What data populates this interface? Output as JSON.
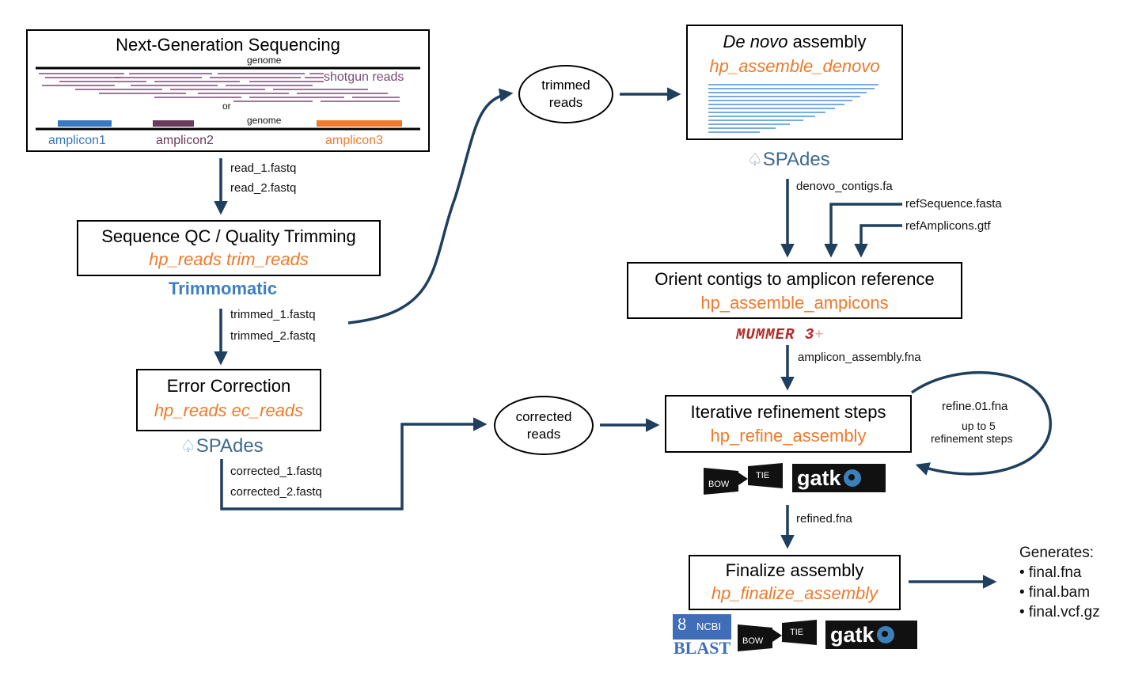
{
  "ngs": {
    "title": "Next-Generation Sequencing",
    "genome_label": "genome",
    "shotgun_label": "shotgun reads",
    "or_label": "or",
    "amplicons": [
      {
        "label": "amplicon1",
        "color": "#3a78c0"
      },
      {
        "label": "amplicon2",
        "color": "#6b3a5c"
      },
      {
        "label": "amplicon3",
        "color": "#f07a2a"
      }
    ],
    "read_color": "#7a4a72"
  },
  "steps": {
    "qc": {
      "title": "Sequence QC / Quality Trimming",
      "command": "hp_reads trim_reads",
      "tool": "Trimmomatic"
    },
    "ec": {
      "title": "Error Correction",
      "command": "hp_reads ec_reads",
      "tool": "SPAdes"
    },
    "denovo": {
      "title_italic": "De novo",
      "title_rest": " assembly",
      "command": "hp_assemble_denovo",
      "tool": "SPAdes"
    },
    "orient": {
      "title": "Orient contigs to amplicon reference",
      "command": "hp_assemble_ampicons",
      "tool": "MUMMER 3",
      "tool_plus": "+"
    },
    "refine": {
      "title": "Iterative refinement steps",
      "command": "hp_refine_assembly",
      "tools": [
        "Bowtie",
        "gatk"
      ]
    },
    "finalize": {
      "title": "Finalize assembly",
      "command": "hp_finalize_assembly",
      "tools": [
        "NCBI BLAST",
        "Bowtie",
        "gatk"
      ]
    }
  },
  "bowtie": {
    "left": "BOW",
    "right": "TIE"
  },
  "ncbi": {
    "top": "NCBI",
    "bottom": "BLAST"
  },
  "gatk_text": "gatk",
  "ovals": {
    "trimmed": [
      "trimmed",
      "reads"
    ],
    "corrected": [
      "corrected",
      "reads"
    ]
  },
  "files": {
    "read_1": "read_1.fastq",
    "read_2": "read_2.fastq",
    "trimmed_1": "trimmed_1.fastq",
    "trimmed_2": "trimmed_2.fastq",
    "corrected_1": "corrected_1.fastq",
    "corrected_2": "corrected_2.fastq",
    "denovo_contigs": "denovo_contigs.fa",
    "ref_sequence": "refSequence.fasta",
    "ref_amplicons": "refAmplicons.gtf",
    "amplicon_assembly": "amplicon_assembly.fna",
    "refined": "refined.fna"
  },
  "loop": {
    "file": "refine.01.fna",
    "note1": "up to 5",
    "note2": "refinement steps"
  },
  "generates": {
    "heading": "Generates:",
    "items": [
      "• final.fna",
      "• final.bam",
      "• final.vcf.gz"
    ]
  },
  "colors": {
    "arrow": "#1f3f5f",
    "command": "#f07a2a",
    "denovo_lines": "#4a8fd4"
  }
}
